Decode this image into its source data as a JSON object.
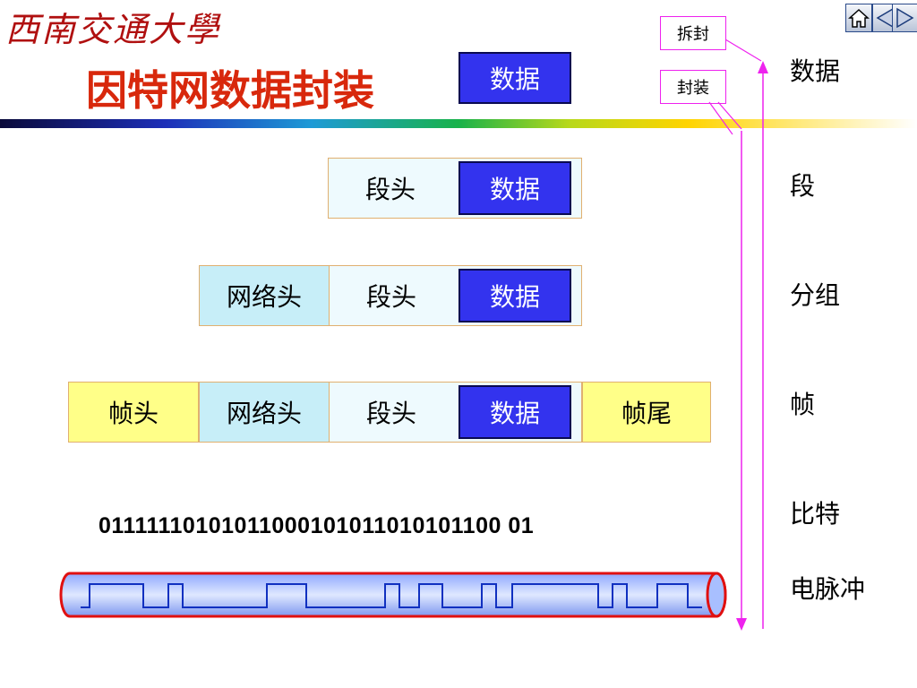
{
  "header": {
    "school_logo": "西南交通大學",
    "page_title": "因特网数据封装"
  },
  "nav": {
    "home_icon": "home-icon",
    "prev_icon": "triangle-left-icon",
    "next_icon": "triangle-right-icon"
  },
  "callouts": {
    "decapsulation": "拆封",
    "encapsulation": "封装"
  },
  "layers": {
    "data_row": {
      "data": "数据"
    },
    "segment_row": {
      "segment_header": "段头",
      "data": "数据"
    },
    "packet_row": {
      "network_header": "网络头",
      "segment_header": "段头",
      "data": "数据"
    },
    "frame_row": {
      "frame_header": "帧头",
      "network_header": "网络头",
      "segment_header": "段头",
      "data": "数据",
      "frame_trailer": "帧尾"
    }
  },
  "side_labels": {
    "data": "数据",
    "segment": "段",
    "packet": "分组",
    "frame": "帧",
    "bits": "比特",
    "pulses": "电脉冲"
  },
  "bitstream": "01111110101011000101011010101100 01",
  "colors": {
    "title": "#d8280c",
    "data_cell": "#3333ee",
    "arrow": "#ee22ee",
    "cable": "#e01010",
    "pulse": "#1030c0"
  }
}
